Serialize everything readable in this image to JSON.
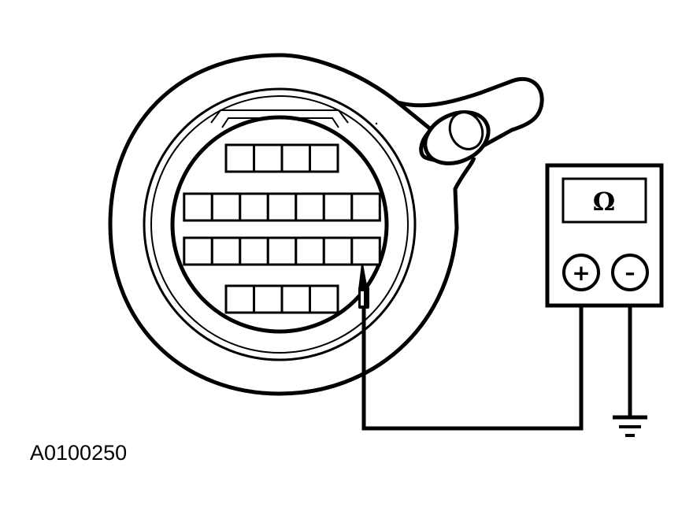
{
  "figure_id": "A0100250",
  "meter": {
    "display_symbol": "Ω",
    "positive_terminal_label": "+",
    "negative_terminal_label": "–"
  },
  "connector": {
    "pin_rows": [
      4,
      7,
      7,
      4
    ]
  },
  "colors": {
    "line": "#000000",
    "background": "#ffffff"
  }
}
